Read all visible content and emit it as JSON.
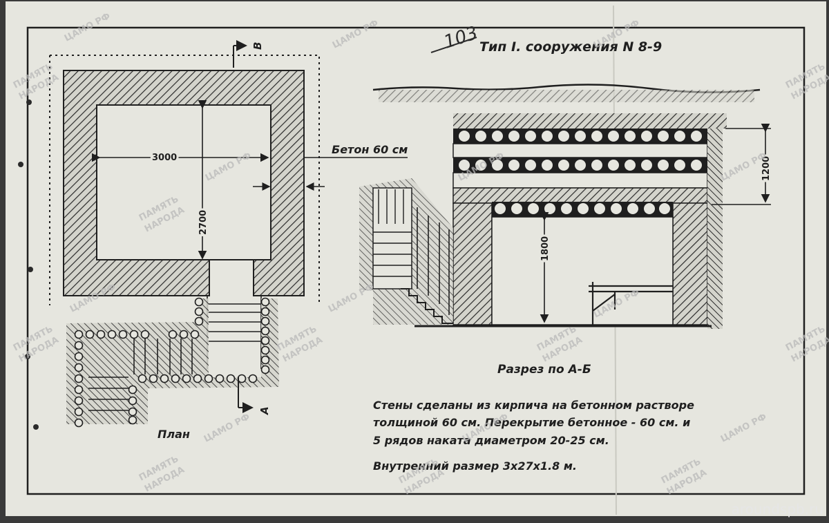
{
  "sheet": {
    "handwritten_number": "103",
    "title": "Тип I. сооружения N 8-9",
    "plan_caption": "План",
    "section_caption": "Разрез по А-Б",
    "notes": [
      "Стены сделаны из кирпича на бетонном растворе",
      "толщиной 60 см. Перекрытие бетонное - 60 см. и",
      "5 рядов наката диаметром 20-25 см.",
      "Внутренний размер 3х27х1.8 м."
    ]
  },
  "plan": {
    "dim_width": "3000",
    "dim_length": "2700",
    "wall_label": "Бетон 60 см",
    "marker_b": "В",
    "marker_a": "А"
  },
  "section": {
    "dim_roof": "1200",
    "dim_height": "1800"
  },
  "watermarks": {
    "archive": "ЦАМО РФ",
    "memory_line1": "ПАМЯТЬ",
    "memory_line2": "НАРОДА"
  },
  "credit": "aroundspb.ru",
  "colors": {
    "paper": "#e6e6df",
    "ink": "#1f1f1f",
    "background": "#3a3a3a"
  }
}
